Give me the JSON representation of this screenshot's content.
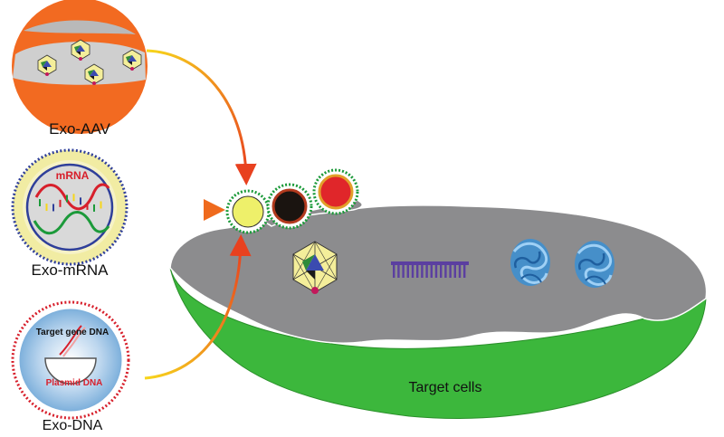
{
  "labels": {
    "exo_aav": "Exo-AAV",
    "exo_mrna": "Exo-mRNA",
    "exo_dna": "Exo-DNA",
    "mrna": "mRNA",
    "target_gene_dna": "Target gene DNA",
    "plasmid_dna": "Plasmid DNA",
    "target_cells": "Target cells"
  },
  "colors": {
    "cell_gray": "#8c8c8e",
    "cell_green": "#3cb73c",
    "aav_orange": "#f26a21",
    "arrow_red": "#e8411f",
    "arrow_yellow": "#f7d61c",
    "mrna_red": "#d71f2b",
    "mrna_green": "#1c9a3a",
    "membrane_blue": "#2f3f9a",
    "membrane_yellow": "#f1eca3",
    "protein_blue": "#3a8fd4"
  }
}
